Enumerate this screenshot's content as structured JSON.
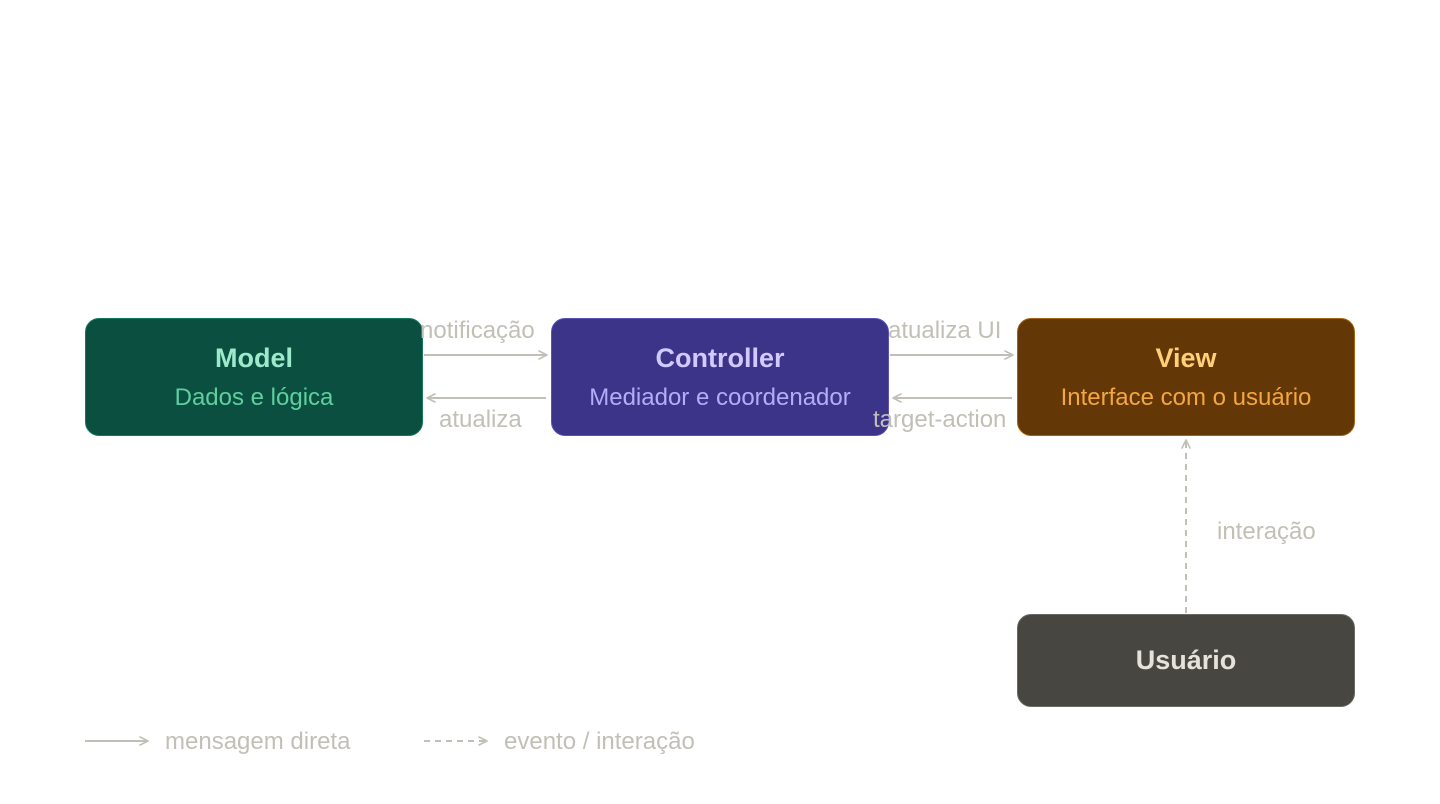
{
  "nodes": {
    "model": {
      "title": "Model",
      "subtitle": "Dados e lógica",
      "bg": "#0a4f40",
      "border": "#0f7a60",
      "title_color": "#9ee8cc",
      "subtitle_color": "#5fcf9f"
    },
    "controller": {
      "title": "Controller",
      "subtitle": "Mediador e coordenador",
      "bg": "#3c3489",
      "border": "#5a52b6",
      "title_color": "#cfcbff",
      "subtitle_color": "#b3adf7"
    },
    "view": {
      "title": "View",
      "subtitle": "Interface com o usuário",
      "bg": "#633806",
      "border": "#a5650f",
      "title_color": "#ffcf7a",
      "subtitle_color": "#f4a640"
    },
    "user": {
      "title": "Usuário",
      "bg": "#474641",
      "border": "#6a6963",
      "title_color": "#e4e2da"
    }
  },
  "edges": {
    "model_to_controller": "notificação",
    "controller_to_model": "atualiza",
    "controller_to_view": "atualiza UI",
    "view_to_controller": "target-action",
    "user_to_view": "interação"
  },
  "legend": {
    "direct": "mensagem direta",
    "event": "evento / interação"
  },
  "colors": {
    "arrow": "#c2c0b6",
    "label": "#c2c0b6"
  }
}
